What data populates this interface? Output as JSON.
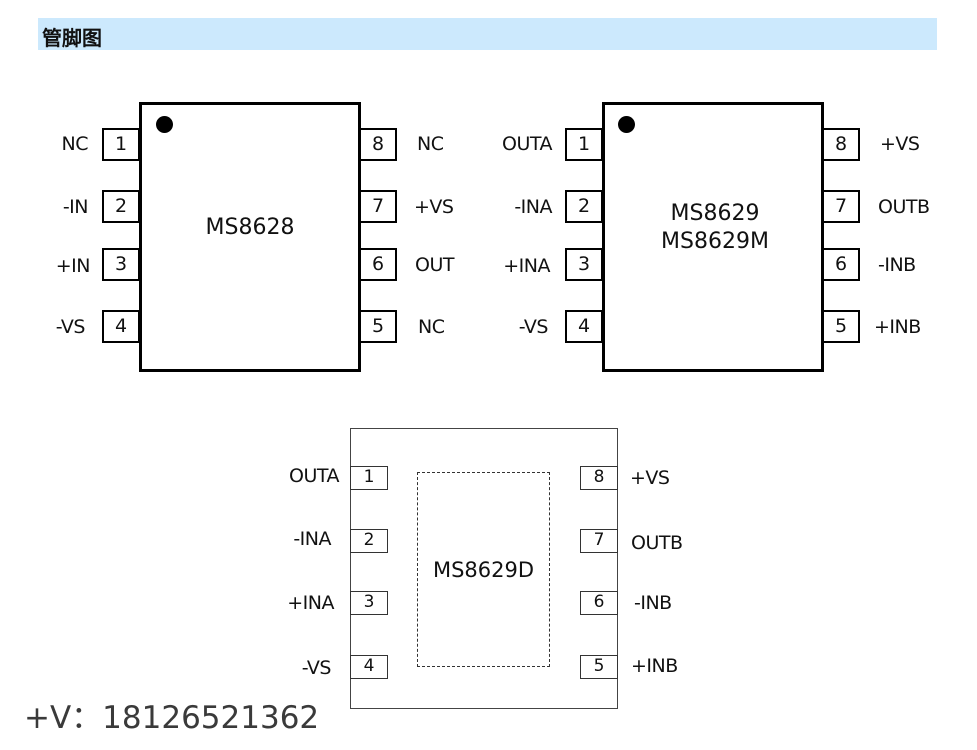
{
  "header": {
    "title": "管脚图",
    "background": "#cce9fd"
  },
  "chips": [
    {
      "name_lines": [
        "MS8628"
      ],
      "pins": [
        {
          "num": "1",
          "label": "NC"
        },
        {
          "num": "2",
          "label": "-IN"
        },
        {
          "num": "3",
          "label": "+IN"
        },
        {
          "num": "4",
          "label": "-VS"
        },
        {
          "num": "5",
          "label": "NC"
        },
        {
          "num": "6",
          "label": "OUT"
        },
        {
          "num": "7",
          "label": "+VS"
        },
        {
          "num": "8",
          "label": "NC"
        }
      ]
    },
    {
      "name_lines": [
        "MS8629",
        "MS8629M"
      ],
      "pins": [
        {
          "num": "1",
          "label": "OUTA"
        },
        {
          "num": "2",
          "label": "-INA"
        },
        {
          "num": "3",
          "label": "+INA"
        },
        {
          "num": "4",
          "label": "-VS"
        },
        {
          "num": "5",
          "label": "+INB"
        },
        {
          "num": "6",
          "label": "-INB"
        },
        {
          "num": "7",
          "label": "OUTB"
        },
        {
          "num": "8",
          "label": "+VS"
        }
      ]
    },
    {
      "name_lines": [
        "MS8629D"
      ],
      "pins": [
        {
          "num": "1",
          "label": "OUTA"
        },
        {
          "num": "2",
          "label": "-INA"
        },
        {
          "num": "3",
          "label": "+INA"
        },
        {
          "num": "4",
          "label": "-VS"
        },
        {
          "num": "5",
          "label": "+INB"
        },
        {
          "num": "6",
          "label": "-INB"
        },
        {
          "num": "7",
          "label": "OUTB"
        },
        {
          "num": "8",
          "label": "+VS"
        }
      ]
    }
  ],
  "contact": "+V：18126521362"
}
